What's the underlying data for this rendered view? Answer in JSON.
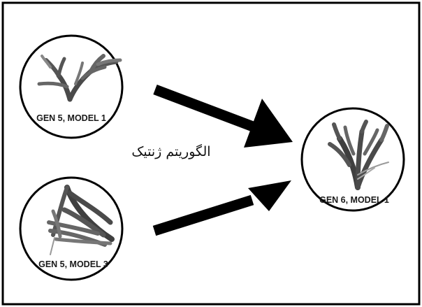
{
  "diagram": {
    "process_label": "الگوریتم ژنتیک",
    "nodes": [
      {
        "id": "gen5-model1",
        "label": "GEN 5, MODEL 1"
      },
      {
        "id": "gen5-model3",
        "label": "GEN 5, MODEL 3"
      },
      {
        "id": "gen6-model1",
        "label": "GEN 6, MODEL 1"
      }
    ]
  },
  "colors": {
    "border": "#000000",
    "arrow": "#000000",
    "branch_dark": "#3a3a3a",
    "branch_mid": "#5a5a5a",
    "branch_light": "#8a8a8a"
  }
}
